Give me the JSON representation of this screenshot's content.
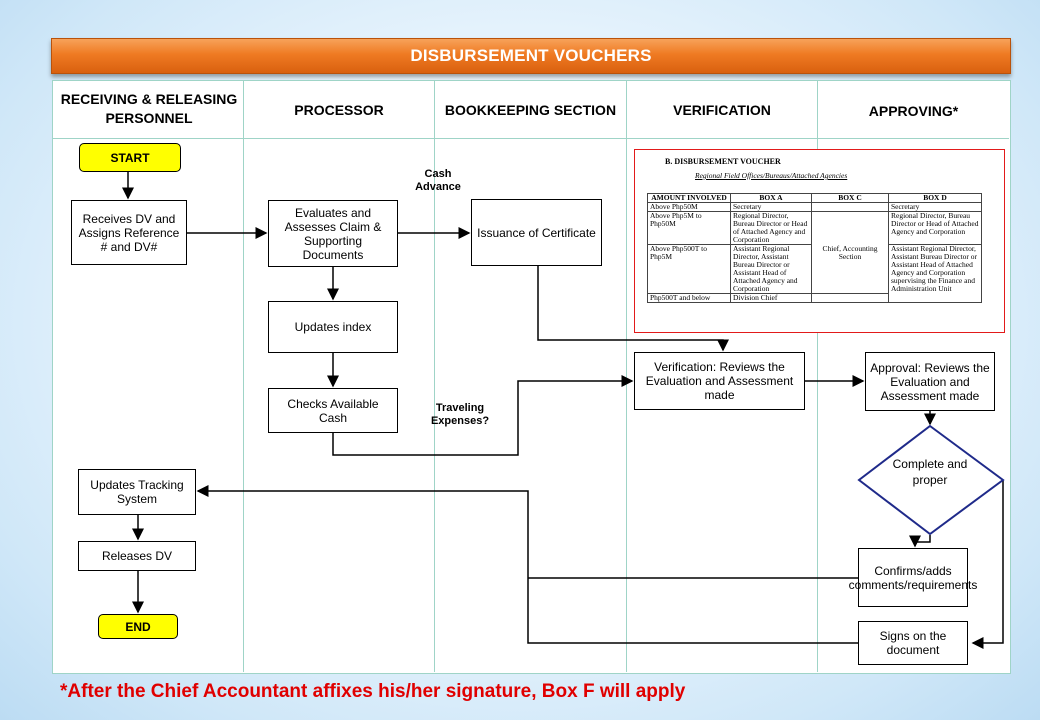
{
  "title": "DISBURSEMENT VOUCHERS",
  "lanes": [
    "RECEIVING & RELEASING PERSONNEL",
    "PROCESSOR",
    "BOOKKEEPING SECTION",
    "VERIFICATION",
    "APPROVING*"
  ],
  "nodes": {
    "start": "START",
    "receives": "Receives DV and Assigns Reference # and DV#",
    "evaluates": "Evaluates and Assesses Claim & Supporting Documents",
    "updates_index": "Updates index",
    "checks_cash": "Checks Available Cash",
    "issuance": "Issuance of Certificate",
    "verification": "Verification: Reviews the Evaluation and Assessment made",
    "approval": "Approval: Reviews the Evaluation and Assessment made",
    "decision": "Complete and proper",
    "confirms": "Confirms/adds comments/requirements",
    "signs": "Signs on the document",
    "updates_tracking": "Updates Tracking System",
    "releases": "Releases DV",
    "end": "END"
  },
  "edge_labels": {
    "cash_advance": "Cash Advance",
    "traveling": "Traveling Expenses?"
  },
  "embedded_document": {
    "title": "B. DISBURSEMENT VOUCHER",
    "subtitle": "Regional Field Offices/Bureaus/Attached Agencies",
    "headers": [
      "AMOUNT INVOLVED",
      "BOX A",
      "BOX C",
      "BOX D"
    ],
    "rows": [
      [
        "Above Php50M",
        "Secretary",
        "",
        "Secretary"
      ],
      [
        "Above Php5M to Php50M",
        "Regional Director, Bureau Director or Head of Attached Agency and Corporation",
        "Chief, Accounting Section",
        "Regional Director, Bureau Director or Head of Attached Agency and Corporation"
      ],
      [
        "Above Php500T to Php5M",
        "Assistant Regional Director, Assistant Bureau Director or Assistant Head of Attached Agency and Corporation",
        "",
        "Assistant Regional Director, Assistant Bureau Director or Assistant Head of Attached Agency and Corporation supervising the Finance and Administration Unit"
      ],
      [
        "Php500T and below",
        "Division Chief",
        "",
        ""
      ]
    ]
  },
  "footnote": "*After the Chief Accountant affixes his/her signature, Box F will apply",
  "colors": {
    "banner": "#ef7a22",
    "terminal": "#ffff00",
    "lane_border": "#9fd4c7",
    "decision_border": "#1f2a8a",
    "footnote": "#e00000"
  }
}
